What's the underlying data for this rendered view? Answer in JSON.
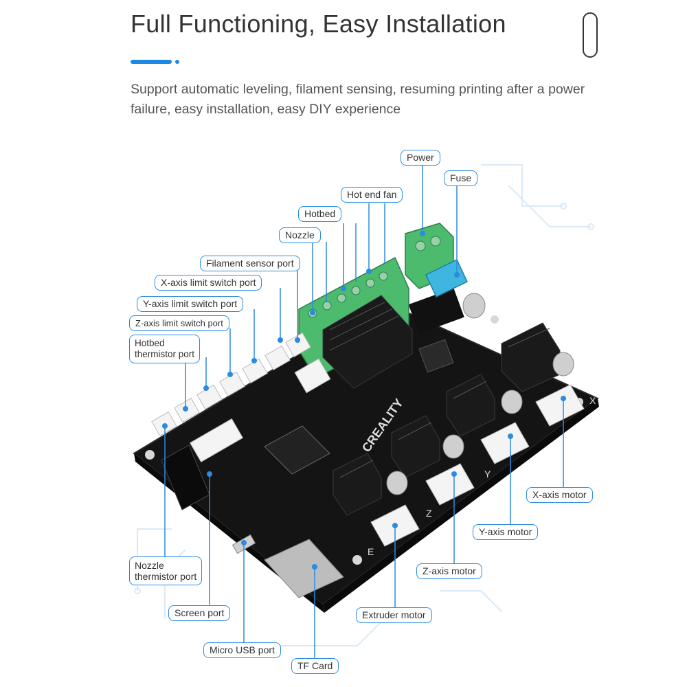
{
  "header": {
    "title": "Full Functioning, Easy Installation",
    "subtitle": "Support automatic leveling, filament sensing, resuming printing after a power failure, easy installation, easy DIY experience"
  },
  "colors": {
    "accent": "#1e88e5",
    "label_border": "#2a8be0",
    "board": "#141414",
    "terminal": "#3cb371"
  },
  "board": {
    "brand": "CREALITY",
    "axes": [
      "X",
      "Y",
      "Z",
      "E"
    ]
  },
  "labels": {
    "power": "Power",
    "fuse": "Fuse",
    "hot_end_fan": "Hot end fan",
    "hotbed": "Hotbed",
    "nozzle": "Nozzle",
    "filament_sensor_port": "Filament sensor port",
    "x_limit": "X-axis limit switch port",
    "y_limit": "Y-axis limit switch port",
    "z_limit": "Z-axis limit switch port",
    "hotbed_thermistor_1": "Hotbed",
    "hotbed_thermistor_2": "thermistor port",
    "nozzle_thermistor_1": "Nozzle",
    "nozzle_thermistor_2": "thermistor port",
    "screen_port": "Screen port",
    "micro_usb_port": "Micro USB port",
    "tf_card": "TF Card",
    "extruder_motor": "Extruder motor",
    "z_motor": "Z-axis motor",
    "y_motor": "Y-axis motor",
    "x_motor": "X-axis motor"
  }
}
